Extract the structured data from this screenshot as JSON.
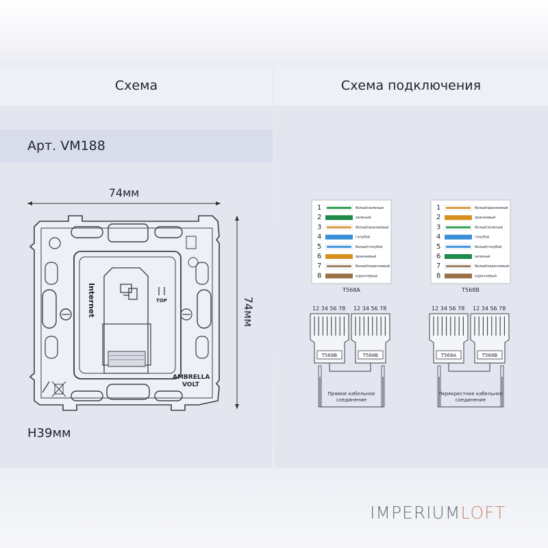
{
  "header": {
    "left_title": "Схема",
    "right_title": "Схема подключения"
  },
  "article": "Арт. VM188",
  "dimensions": {
    "width": "74мм",
    "height": "74мм",
    "depth": "H39мм"
  },
  "device_labels": {
    "internet": "Internet",
    "top": "TOP",
    "brand_1": "AMBRELLA",
    "brand_2": "VOLT"
  },
  "pinouts": [
    {
      "standard": "T568A",
      "rows": [
        {
          "num": "1",
          "label": "белый/зеленый",
          "color": "#2f9e55",
          "striped": true
        },
        {
          "num": "2",
          "label": "зеленый",
          "color": "#1e8a4a",
          "striped": false
        },
        {
          "num": "3",
          "label": "белый/оранжевый",
          "color": "#d69a3a",
          "striped": true
        },
        {
          "num": "4",
          "label": "голубой",
          "color": "#3a8fd9",
          "striped": false
        },
        {
          "num": "5",
          "label": "белый/голубой",
          "color": "#3a8fd9",
          "striped": true
        },
        {
          "num": "6",
          "label": "оранжевый",
          "color": "#d6901f",
          "striped": false
        },
        {
          "num": "7",
          "label": "белый/коричневый",
          "color": "#9a7a5a",
          "striped": true
        },
        {
          "num": "8",
          "label": "коричневый",
          "color": "#9a6f45",
          "striped": false
        }
      ]
    },
    {
      "standard": "T568B",
      "rows": [
        {
          "num": "1",
          "label": "белый/оранжевый",
          "color": "#d69a3a",
          "striped": true
        },
        {
          "num": "2",
          "label": "оранжевый",
          "color": "#d6901f",
          "striped": false
        },
        {
          "num": "3",
          "label": "белый/зеленый",
          "color": "#2f9e55",
          "striped": true
        },
        {
          "num": "4",
          "label": "голубой",
          "color": "#3a8fd9",
          "striped": false
        },
        {
          "num": "5",
          "label": "белый/голубой",
          "color": "#3a8fd9",
          "striped": true
        },
        {
          "num": "6",
          "label": "зеленый",
          "color": "#1e8a4a",
          "striped": false
        },
        {
          "num": "7",
          "label": "белый/коричневый",
          "color": "#9a7a5a",
          "striped": true
        },
        {
          "num": "8",
          "label": "коричневый",
          "color": "#9a6f45",
          "striped": false
        }
      ]
    }
  ],
  "connections": [
    {
      "plug_a": "T568B",
      "plug_b": "T568B",
      "pins": "12 34 56 78",
      "caption_1": "Прямое кабельное",
      "caption_2": "соединение"
    },
    {
      "plug_a": "T568A",
      "plug_b": "T568B",
      "pins": "12 34 56 78",
      "caption_1": "Перекрестное кабельное",
      "caption_2": "соединение"
    }
  ],
  "logo": {
    "part_1": "IMPERIUM",
    "part_2": "LOFT"
  }
}
